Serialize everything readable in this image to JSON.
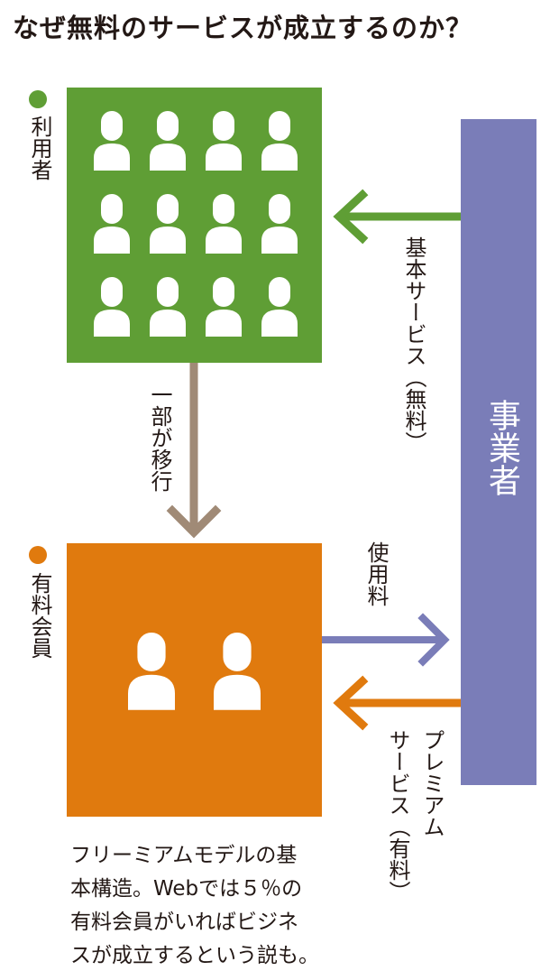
{
  "title": "なぜ無料のサービスが成立するのか？",
  "users": {
    "label": "利用者",
    "color": "#5f9e35"
  },
  "paid_members": {
    "label": "有料会員",
    "color": "#e07a0e"
  },
  "business": {
    "label": "事業者",
    "color": "#7a7db8"
  },
  "arrows": {
    "migration_label": "一部が移行",
    "basic_service_label": "基本サービス（無料）",
    "fee_label": "使用料",
    "premium_label_line1": "プレミアム",
    "premium_label_line2": "サービス（有料）"
  },
  "colors": {
    "migration_arrow": "#a08a76"
  },
  "caption": [
    "フリーミアムモデルの基",
    "本構造。Webでは５％の",
    "有料会員がいればビジネ",
    "スが成立するという説も。"
  ]
}
